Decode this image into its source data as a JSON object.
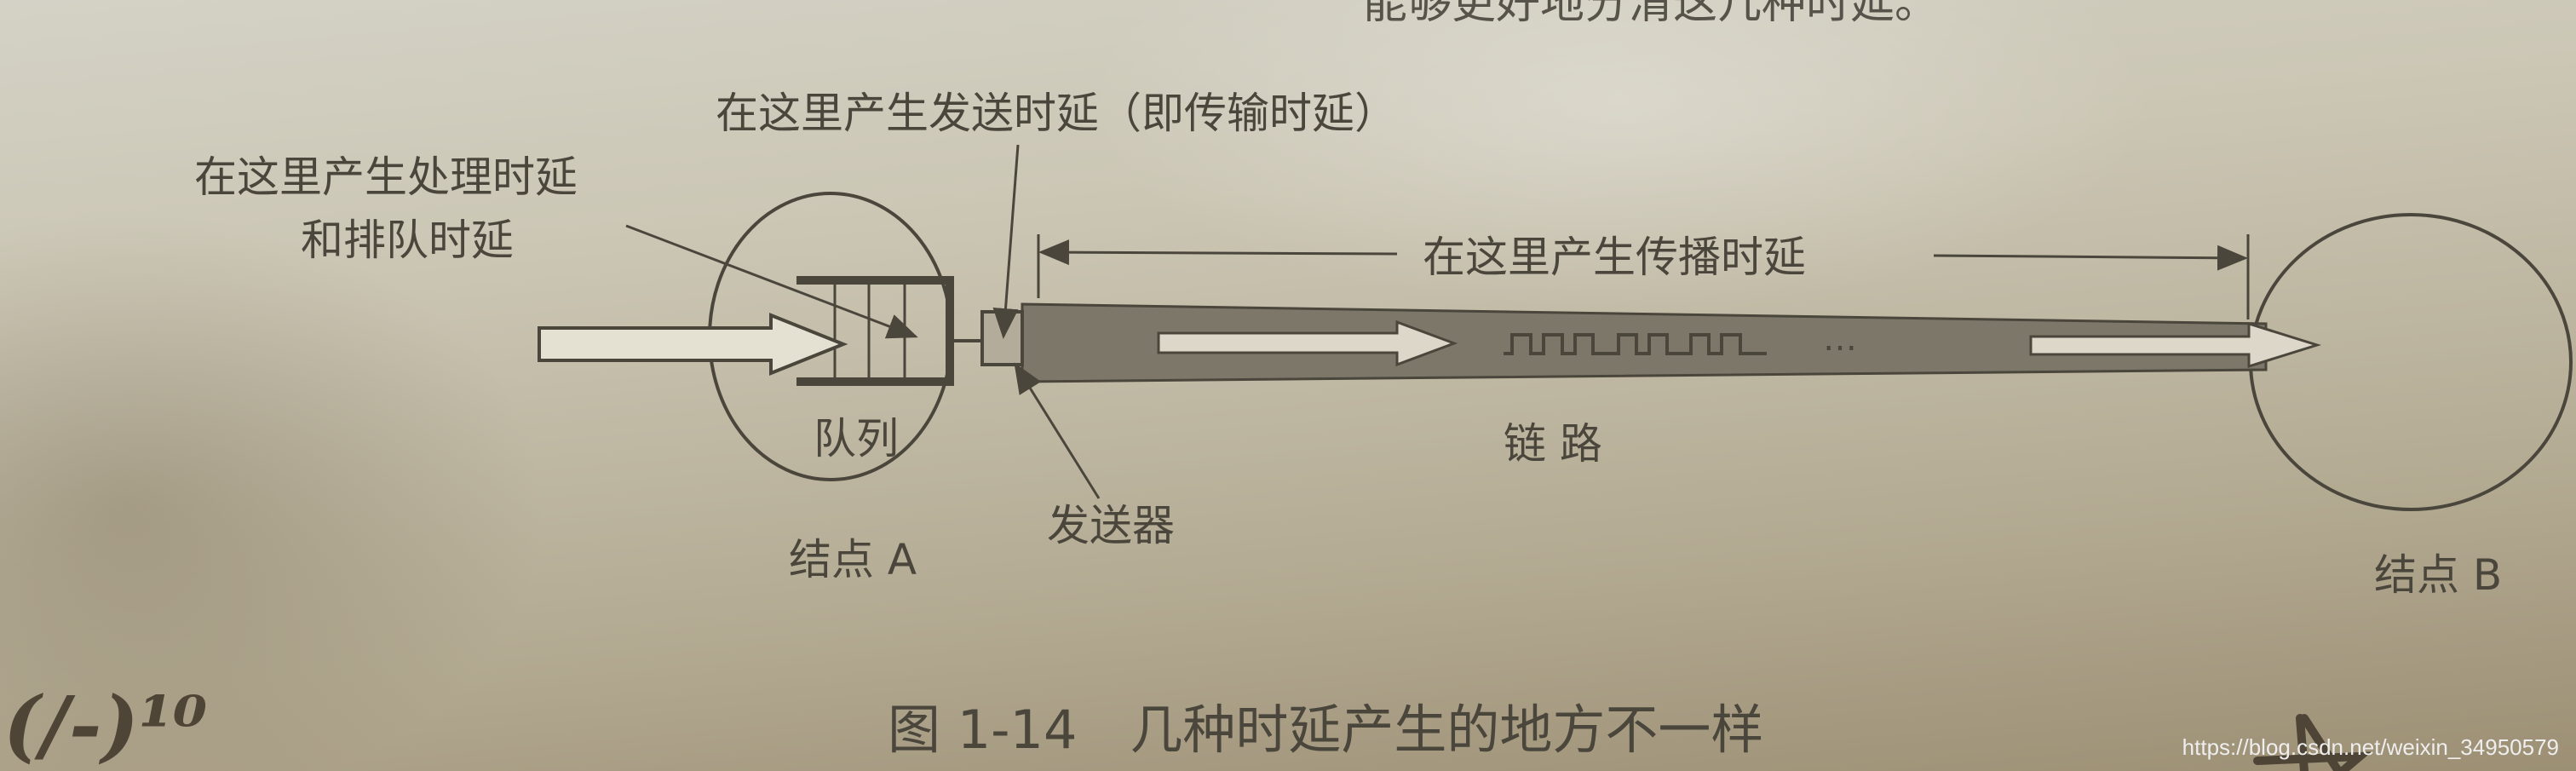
{
  "top_text_cut": "能够更好地分清这几种时延。",
  "labels": {
    "transmission_delay": "在这里产生发送时延（即传输时延）",
    "processing_delay_line1": "在这里产生处理时延",
    "processing_delay_line2": "和排队时延",
    "propagation_delay": "在这里产生传播时延",
    "queue": "队列",
    "node_a": "结点 A",
    "transmitter": "发送器",
    "link": "链 路",
    "node_b": "结点 B",
    "dots": "…"
  },
  "caption": "图 1-14　几种时延产生的地方不一样",
  "handwriting": {
    "left": "(/-)¹⁰",
    "right": "A"
  },
  "watermark": "https://blog.csdn.net/weixin_34950579",
  "colors": {
    "ink": "#4a463c",
    "link_fill": "#7d776a",
    "paper": "#cbc6b4"
  }
}
